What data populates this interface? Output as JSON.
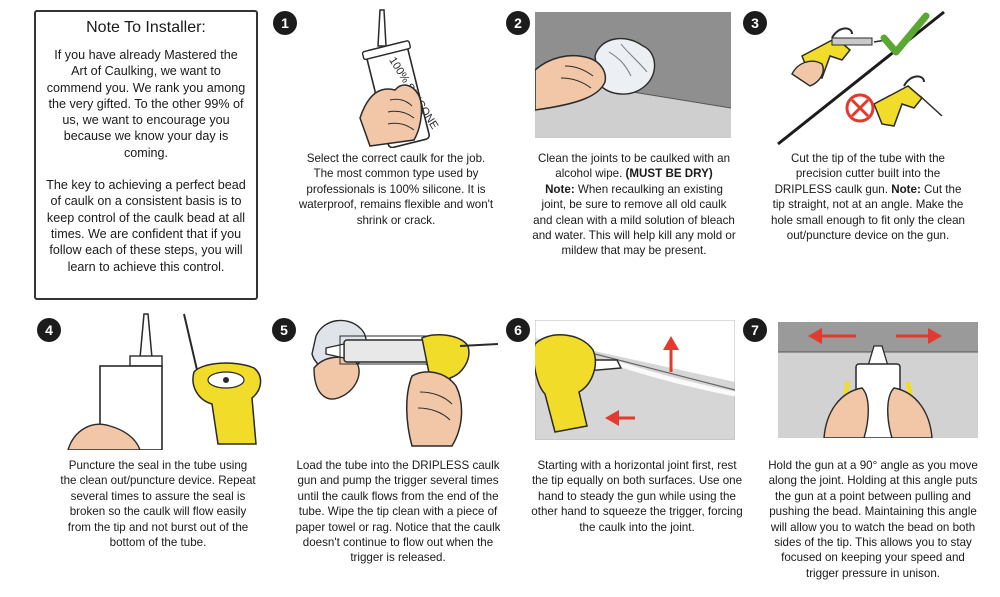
{
  "note": {
    "title": "Note To Installer:",
    "paragraph1": "If you have already Mastered the Art of Caulking, we want to commend you. We rank you among the very gifted. To the other 99% of us, we want to encourage you because we know your day is coming.",
    "paragraph2": "The key to achieving a perfect bead of caulk on a consistent basis is to keep control of the caulk bead at all times. We are confident that if you follow each of these steps, you will learn to achieve this control."
  },
  "tube_label": "100% SILICONE",
  "steps": [
    {
      "number": "1",
      "text": "Select the correct caulk for the job. The most common type used by professionals is 100% silicone. It is waterproof, remains flexible and won't shrink or crack."
    },
    {
      "number": "2",
      "text_a": "Clean the joints to be caulked with an alcohol wipe. ",
      "strong_a": "(MUST BE DRY)",
      "strong_b": "Note:",
      "text_b": " When recaulking an existing joint, be sure to remove all old caulk and clean with a mild solution of bleach and water. This will help kill any mold or mildew that may be present."
    },
    {
      "number": "3",
      "text_a": "Cut the tip of the tube with the precision cutter built into the DRIPLESS caulk gun. ",
      "strong": "Note:",
      "text_b": " Cut the tip straight, not at an angle. Make the hole small enough to fit only the clean out/puncture device on the gun."
    },
    {
      "number": "4",
      "text": "Puncture the seal in the tube using the clean out/puncture device. Repeat several times to assure the seal is broken so the caulk will flow easily from the tip and not burst out of the bottom of the tube."
    },
    {
      "number": "5",
      "text": "Load the tube into the DRIPLESS caulk gun and pump the trigger several times until the caulk flows from the end of the tube. Wipe the tip clean with a piece of paper towel or rag. Notice that the caulk doesn't continue to flow out when the trigger is released."
    },
    {
      "number": "6",
      "text": "Starting with a horizontal joint first, rest the tip equally on both surfaces. Use one hand to steady the gun while using the other hand to squeeze the trigger, forcing the caulk into the joint."
    },
    {
      "number": "7",
      "text": "Hold the gun at a 90° angle as you move along the joint. Holding at this angle puts the gun at a point between pulling and pushing the bead. Maintaining this angle will allow you to watch the bead on both sides of the tip. This allows you to stay focused on keeping your speed and trigger pressure in unison."
    }
  ],
  "colors": {
    "gun_yellow": "#f2dc2a",
    "arrow_red": "#e23a2e",
    "check_green": "#5aa832",
    "skin": "#f1c7a8",
    "outline": "#2a2a2a",
    "wall_gray": "#9a9a9a"
  }
}
